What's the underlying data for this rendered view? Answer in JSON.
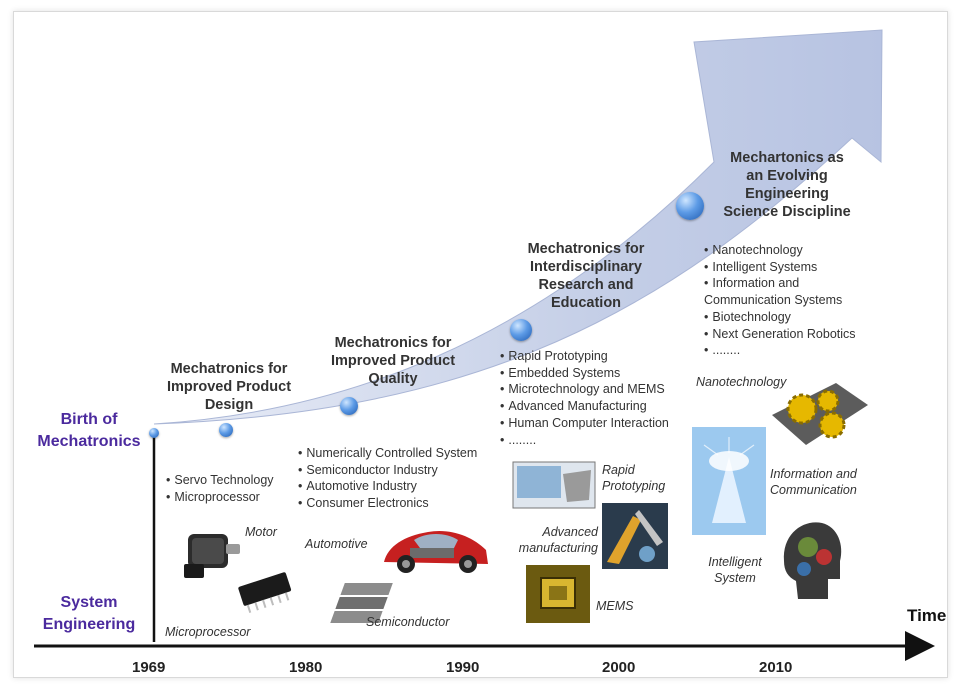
{
  "axis": {
    "birth_label": "Birth of\nMechatronics",
    "system_label": "System\nEngineering",
    "time_label": "Time",
    "years": [
      "1969",
      "1980",
      "1990",
      "2000",
      "2010"
    ]
  },
  "stages": [
    {
      "title": "Mechatronics for\nImproved Product\nDesign",
      "items": [
        "Servo Technology",
        "Microprocessor"
      ]
    },
    {
      "title": "Mechatronics for\nImproved Product\nQuality",
      "items": [
        "Numerically Controlled System",
        "Semiconductor Industry",
        "Automotive Industry",
        "Consumer Electronics"
      ]
    },
    {
      "title": "Mechatronics for\nInterdisciplinary\nResearch and\nEducation",
      "items": [
        "Rapid Prototyping",
        "Embedded Systems",
        "Microtechnology and MEMS",
        "Advanced Manufacturing",
        "Human Computer Interaction",
        "........"
      ]
    },
    {
      "title": "Mechartonics as\nan Evolving\nEngineering\nScience Discipline",
      "items": [
        "Nanotechnology",
        "Intelligent Systems",
        "Information and\nCommunication Systems",
        "Biotechnology",
        "Next Generation Robotics",
        "........"
      ]
    }
  ],
  "captions": {
    "motor": "Motor",
    "microprocessor": "Microprocessor",
    "automotive": "Automotive",
    "semiconductor": "Semiconductor",
    "rapid_prototyping": "Rapid\nPrototyping",
    "advanced_manufacturing": "Advanced\nmanufacturing",
    "mems": "MEMS",
    "nanotechnology": "Nanotechnology",
    "information_communication": "Information and\nCommunication",
    "intelligent_system": "Intelligent\nSystem"
  },
  "colors": {
    "axis_label": "#4b2a9e",
    "arrow_band": "#c9d3ea",
    "node": "#3d7fd6"
  }
}
